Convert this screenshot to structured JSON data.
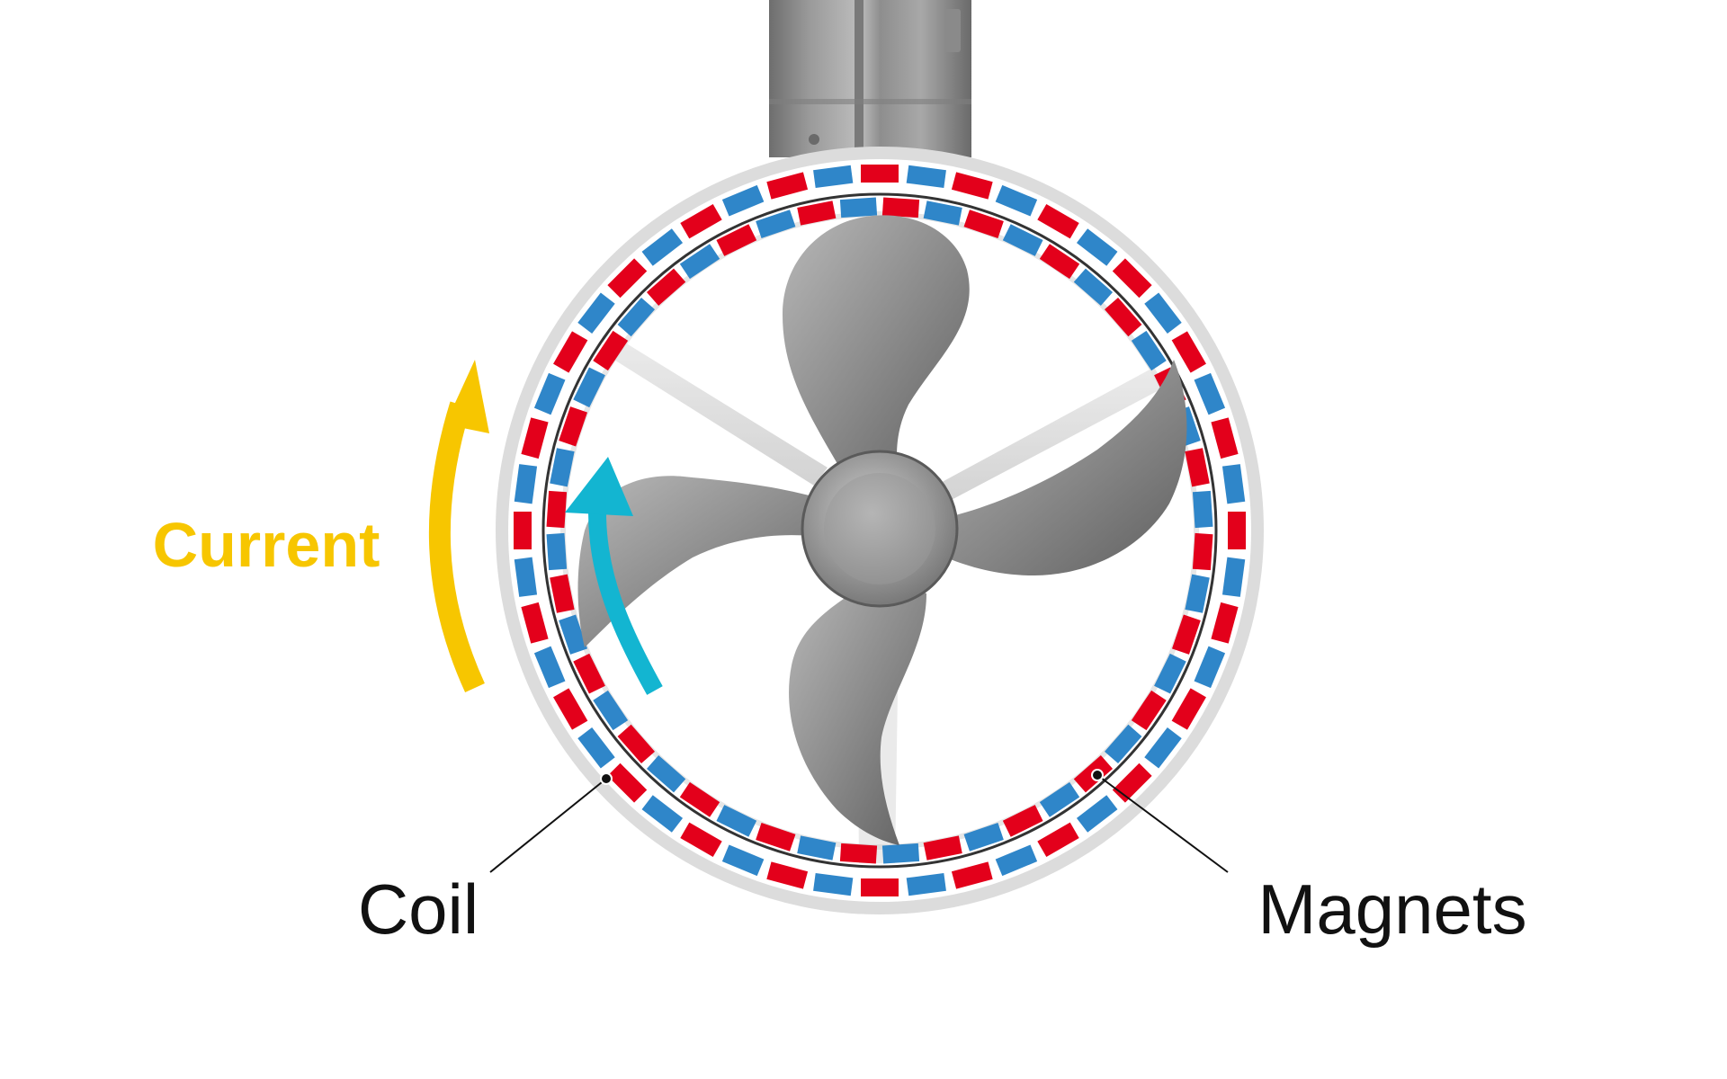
{
  "labels": {
    "current": "Current",
    "coil": "Coil",
    "magnets": "Magnets"
  },
  "colors": {
    "current_arrow": "#f7c600",
    "current_text": "#f7c600",
    "rotation_arrow": "#13b5d1",
    "coil_segment": "#e3001b",
    "magnet_segment": "#2f86c9",
    "label_text": "#111111",
    "housing": "#dcdcdc",
    "propeller": "#8a8a8a",
    "background": "#ffffff"
  },
  "ring": {
    "outer_segment_count": 48,
    "inner_segment_count": 48
  },
  "propeller": {
    "blade_count": 4
  }
}
